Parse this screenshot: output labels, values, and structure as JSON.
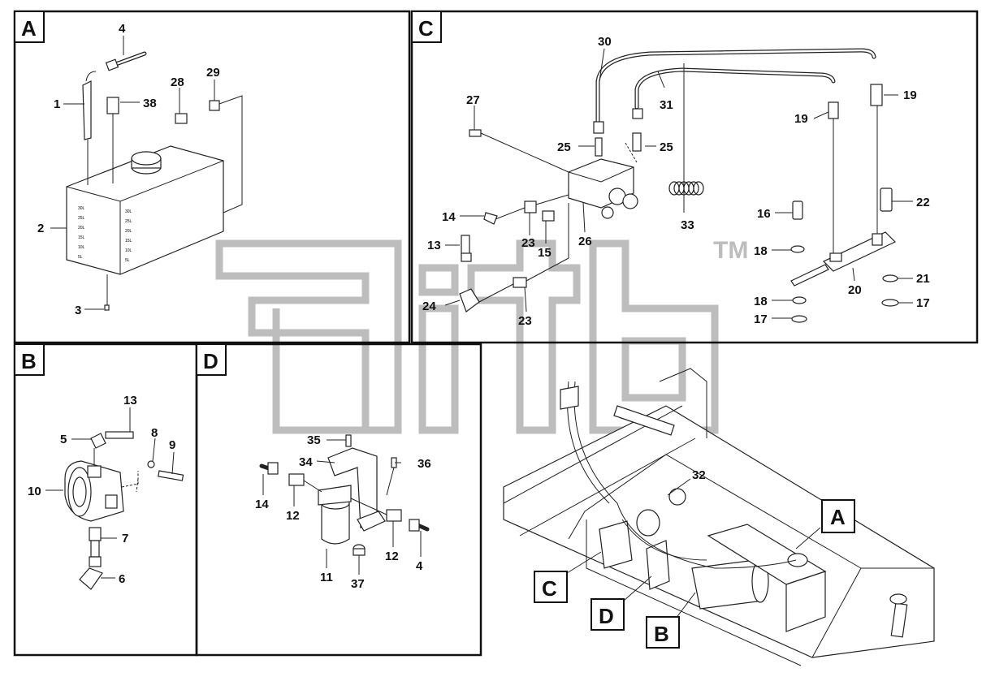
{
  "panels": {
    "A": {
      "label": "A"
    },
    "B": {
      "label": "B"
    },
    "C": {
      "label": "C"
    },
    "D": {
      "label": "D"
    }
  },
  "callouts": {
    "A": "A",
    "B": "B",
    "C": "C",
    "D": "D"
  },
  "watermark": {
    "tm": "TM"
  },
  "parts_a": {
    "p1": "1",
    "p2": "2",
    "p3": "3",
    "p4": "4",
    "p28": "28",
    "p29": "29",
    "p38": "38",
    "scale_marks": [
      "30L",
      "25L",
      "20L",
      "15L",
      "10L",
      "5L"
    ]
  },
  "parts_b": {
    "p5": "5",
    "p6": "6",
    "p7": "7",
    "p8": "8",
    "p9": "9",
    "p10": "10",
    "p13": "13"
  },
  "parts_c": {
    "p13": "13",
    "p14": "14",
    "p15": "15",
    "p16": "16",
    "p17a": "17",
    "p17b": "17",
    "p18a": "18",
    "p18b": "18",
    "p19a": "19",
    "p19b": "19",
    "p20": "20",
    "p21": "21",
    "p22": "22",
    "p23a": "23",
    "p23b": "23",
    "p24": "24",
    "p25a": "25",
    "p25b": "25",
    "p26": "26",
    "p27": "27",
    "p30": "30",
    "p31": "31",
    "p33": "33"
  },
  "parts_d": {
    "p4": "4",
    "p11": "11",
    "p12a": "12",
    "p12b": "12",
    "p14": "14",
    "p34": "34",
    "p35": "35",
    "p36": "36",
    "p37": "37"
  },
  "overview": {
    "p32": "32"
  },
  "colors": {
    "line": "#222222",
    "watermark": "#bdbdbd",
    "background": "#ffffff"
  }
}
